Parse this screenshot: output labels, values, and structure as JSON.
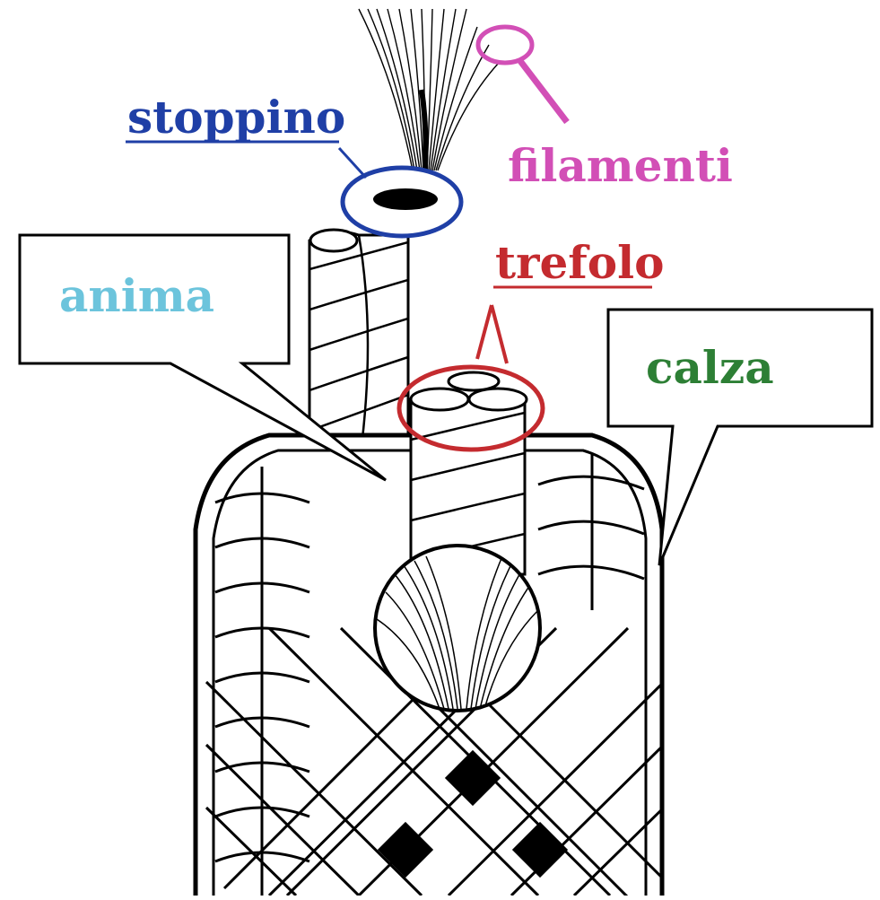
{
  "labels": {
    "stoppino": "stoppino",
    "filamenti": "filamenti",
    "trefolo": "trefolo",
    "anima": "anima",
    "calza": "calza"
  },
  "colors": {
    "stoppino": "#1f3fa6",
    "filamenti": "#d24fb6",
    "trefolo": "#c42b2f",
    "anima": "#6cc4dc",
    "calza": "#2d7f35",
    "line": "#000000",
    "background": "#ffffff"
  }
}
